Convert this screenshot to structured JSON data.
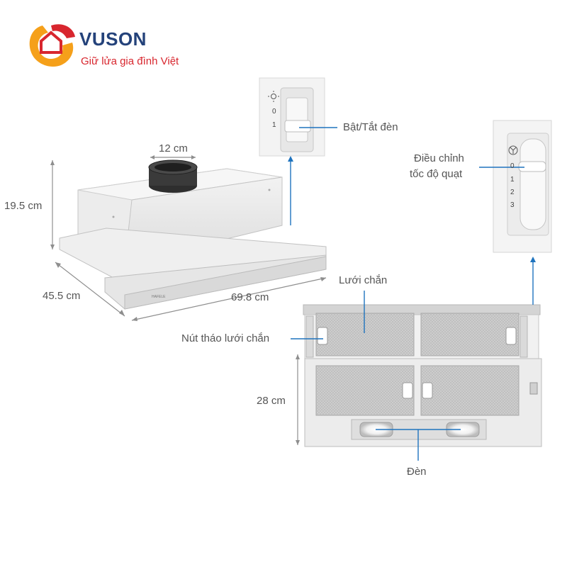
{
  "brand": {
    "name": "VUSON",
    "tagline": "Giữ lửa gia đình Việt",
    "colors": {
      "primary": "#24427a",
      "accent": "#d8262e",
      "orange": "#f5a01a"
    }
  },
  "dimensions": {
    "duct": "12 cm",
    "height": "19.5 cm",
    "depth": "45.5 cm",
    "width": "69.8 cm",
    "front_height": "28 cm"
  },
  "labels": {
    "light_switch": "Bật/Tắt đèn",
    "fan_speed_line1": "Điều chỉnh",
    "fan_speed_line2": "tốc độ quạt",
    "filter": "Lưới chắn",
    "filter_release": "Nút tháo lưới chắn",
    "light": "Đèn"
  },
  "light_switch_marks": [
    "0",
    "1"
  ],
  "fan_speed_marks": [
    "0",
    "1",
    "2",
    "3"
  ],
  "line_color": "#1e73be"
}
